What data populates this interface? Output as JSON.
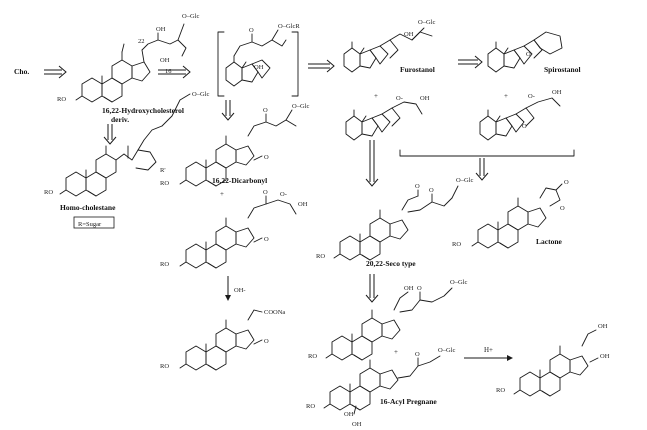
{
  "labels": {
    "cho": "Cho.",
    "hydroxy_line1": "16,22-Hydroxycholesterol",
    "hydroxy_line2": "deriv.",
    "c22": "22",
    "c16": "16",
    "homo": "Homo-cholestane",
    "r_sugar": "R=Sugar",
    "dicarbonyl": "16,22-Dicarbonyl",
    "furostanol": "Furostanol",
    "spirostanol": "Spirostanol",
    "seco": "20,22-Seco type",
    "lactone": "Lactone",
    "acyl": "16-Acyl Pregnane",
    "oh_minus": "OH-",
    "h_plus": "H+",
    "plus": "+"
  },
  "groups": {
    "oglc": "O–Glc",
    "oglcr": "O–GlcR",
    "oh": "OH",
    "ro": "RO",
    "o": "O",
    "o_minus": "O-",
    "r_prime": "R'",
    "coona": "COONa"
  }
}
